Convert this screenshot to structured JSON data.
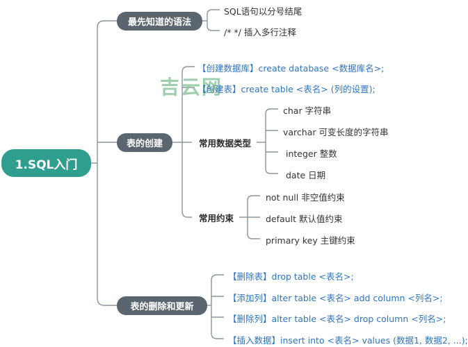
{
  "root": "1.SQL入门",
  "watermark": "吉云网",
  "branches": {
    "syntax": {
      "label": "最先知道的语法",
      "items": [
        "SQL语句以分号结尾",
        "/*  */  插入多行注释"
      ]
    },
    "create": {
      "label": "表的创建",
      "items": [
        {
          "tag": "【创建数据库】",
          "code": "create database <数据库名>;"
        },
        {
          "tag": "【创建表】",
          "code": "create table <表名> (列的设置);"
        }
      ],
      "types": {
        "label": "常用数据类型",
        "items": [
          "char 字符串",
          "varchar 可变长度的字符串",
          "integer 整数",
          "date 日期"
        ]
      },
      "constraints": {
        "label": "常用约束",
        "items": [
          "not null 非空值约束",
          "default 默认值约束",
          "primary key 主键约束"
        ]
      }
    },
    "modify": {
      "label": "表的删除和更新",
      "items": [
        {
          "tag": "【删除表】",
          "code": "drop table <表名>;"
        },
        {
          "tag": "【添加列】",
          "code": "alter table <表名> add column <列名>;"
        },
        {
          "tag": "【删除列】",
          "code": "alter table <表名> drop column <列名>;"
        },
        {
          "tag": "【插入数据】",
          "code": "insert into <表名> values (数据1, 数据2, ...);"
        }
      ]
    }
  }
}
